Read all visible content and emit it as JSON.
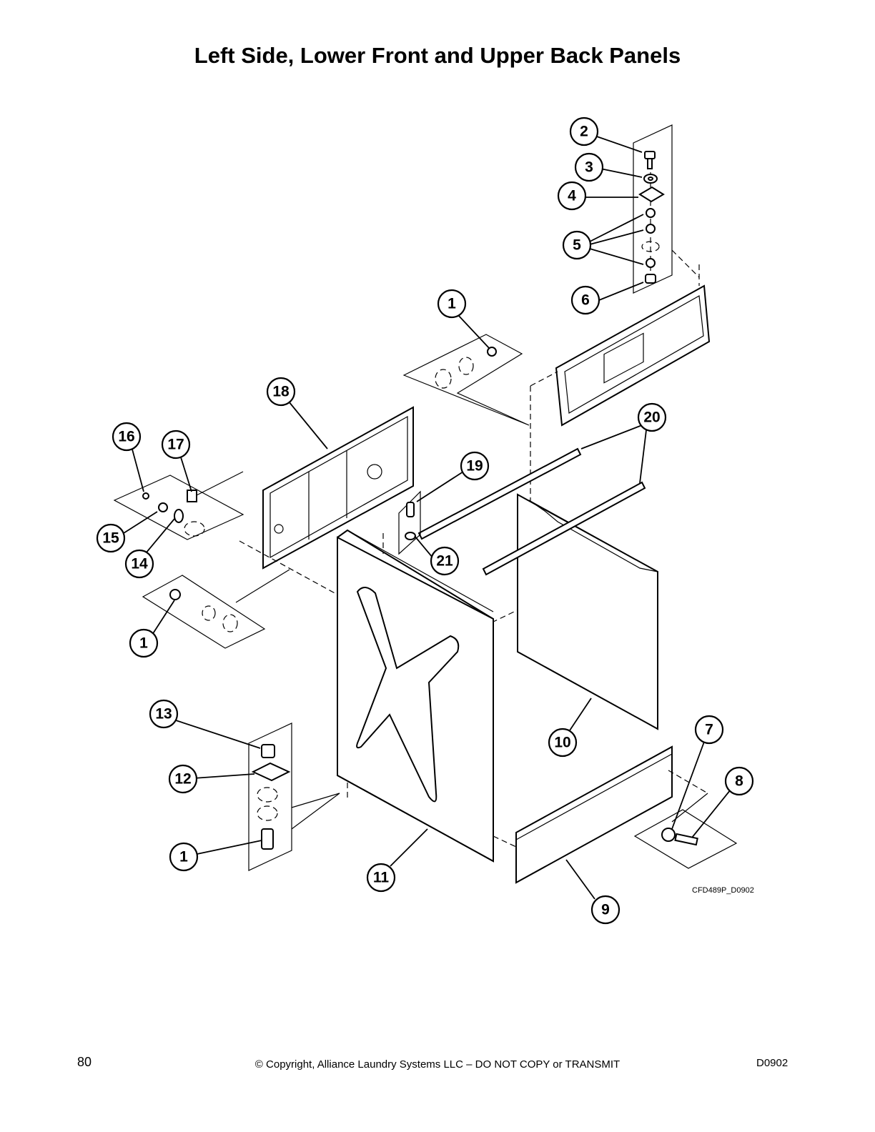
{
  "title": "Left Side, Lower Front and Upper Back Panels",
  "drawing_code": "CFD489P_D0902",
  "footer": {
    "page_number": "80",
    "copyright": "© Copyright, Alliance Laundry Systems LLC – DO NOT COPY or TRANSMIT",
    "doc_code": "D0902"
  },
  "callouts": {
    "c1a": "1",
    "c1b": "1",
    "c1c": "1",
    "c2": "2",
    "c3": "3",
    "c4": "4",
    "c5": "5",
    "c6": "6",
    "c7": "7",
    "c8": "8",
    "c9": "9",
    "c10": "10",
    "c11": "11",
    "c12": "12",
    "c13": "13",
    "c14": "14",
    "c15": "15",
    "c16": "16",
    "c17": "17",
    "c18": "18",
    "c19": "19",
    "c20": "20",
    "c21": "21"
  }
}
